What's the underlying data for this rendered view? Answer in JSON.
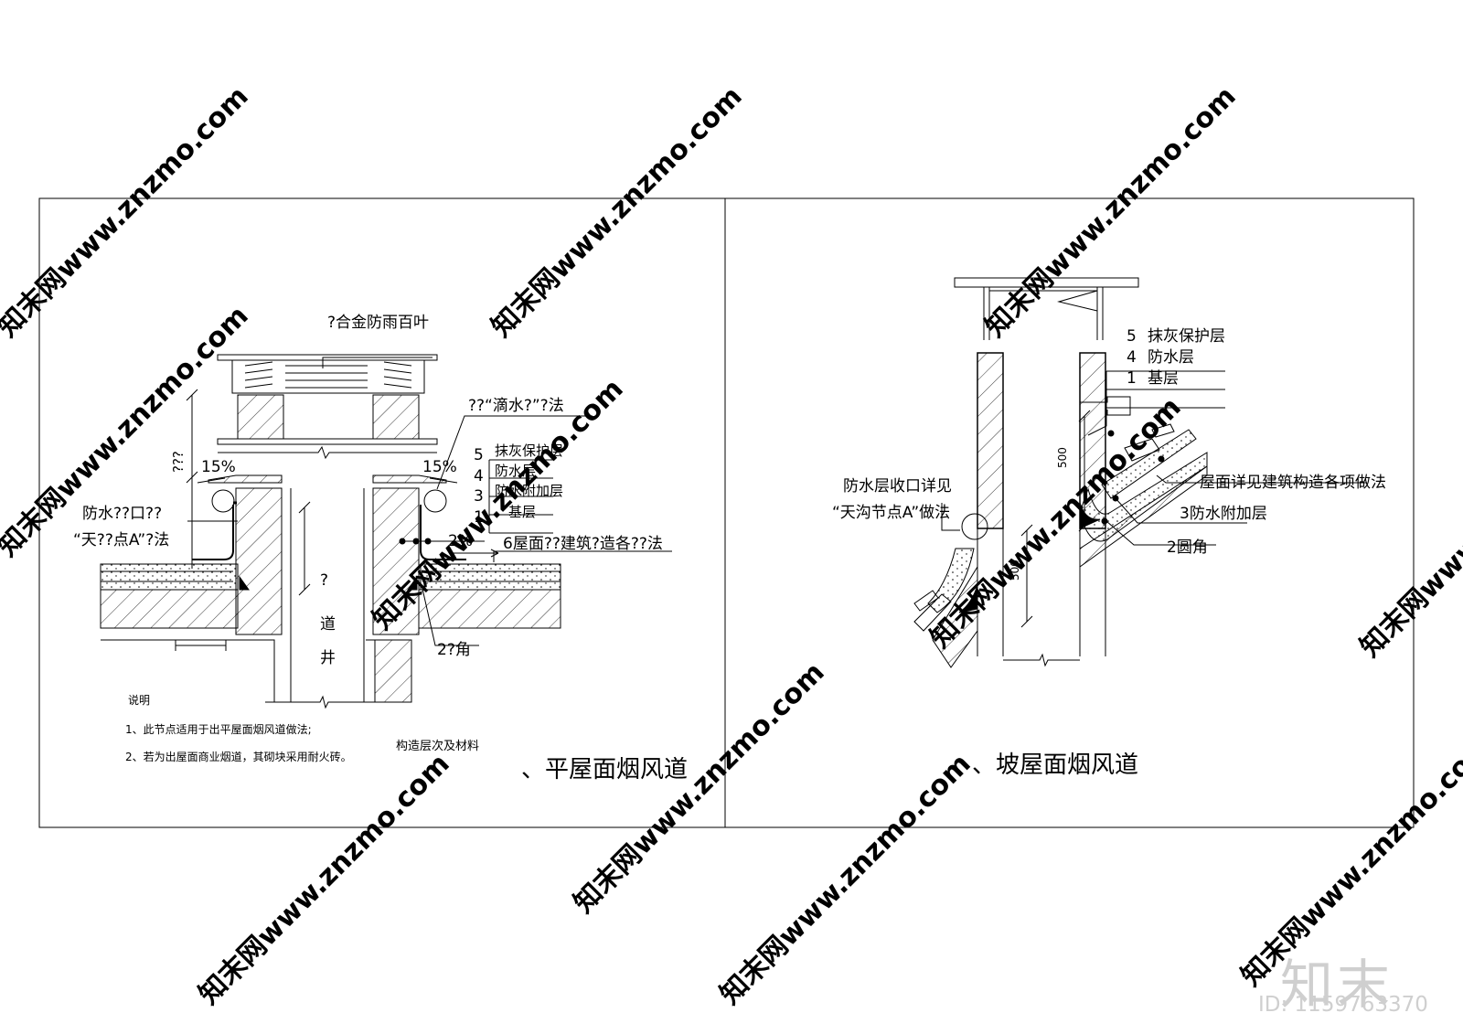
{
  "left_panel": {
    "title": "、平屋面烟风道",
    "louver_label": "?合金防雨百叶",
    "drip_label": "??“滴水?”?法",
    "height_label": "???",
    "slope_left": "15%",
    "slope_right": "15%",
    "waterproof_label_1": "防水??口??",
    "waterproof_label_2": "“天??点A”?法",
    "layers": [
      {
        "num": "5",
        "text": "抹灰保护层"
      },
      {
        "num": "4",
        "text": "防水层"
      },
      {
        "num": "3",
        "text": "防水附加层"
      },
      {
        "num": "1",
        "text": "基层"
      }
    ],
    "roof_slope": "2%",
    "roof_note": "6屋面??建筑?造各??法",
    "shaft_label_1": "?",
    "shaft_label_2": "道",
    "shaft_label_3": "井",
    "corner_label": "2?角",
    "notes_title": "说明",
    "notes": [
      "1、此节点适用于出平屋面烟风道做法;",
      "2、若为出屋面商业烟道，其砌块采用耐火砖。"
    ],
    "material_note": "构造层次及材料"
  },
  "right_panel": {
    "title": "、坡屋面烟风道",
    "layers": [
      {
        "num": "5",
        "text": "抹灰保护层"
      },
      {
        "num": "4",
        "text": "防水层"
      },
      {
        "num": "1",
        "text": "基层"
      }
    ],
    "closure_label_1": "防水层收口详见",
    "closure_label_2": "“天沟节点A”做法",
    "roof_note": "屋面详见建筑构造各项做法",
    "layer3": "3防水附加层",
    "fillet": "2圆角",
    "dim_upper": "500",
    "dim_lower": "500"
  },
  "watermark": {
    "text": "知末网www.znzmo.com"
  },
  "brand": {
    "logo": "知末",
    "id_text": "ID: 1159763370"
  }
}
